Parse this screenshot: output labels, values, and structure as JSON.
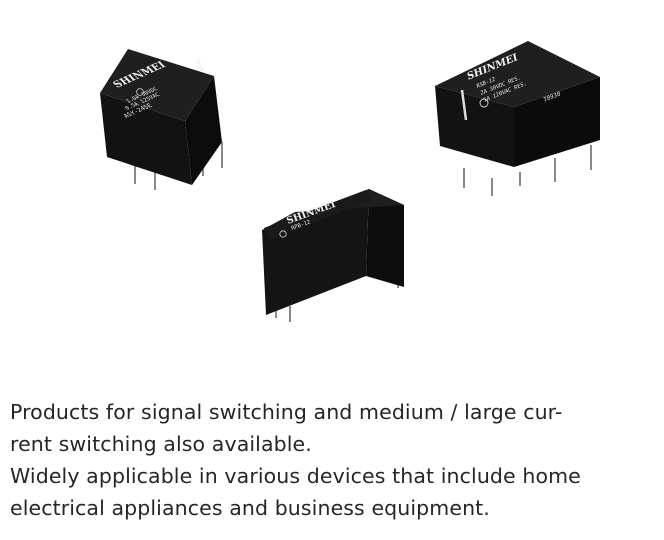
{
  "caption": {
    "line1": "Products for signal switching and medium / large cur-",
    "line2": "rent switching also available.",
    "line3": "Widely applicable in various devices that include home",
    "line4": "electrical appliances and business equipment."
  },
  "relays": {
    "left": {
      "brand": "SHINMEI",
      "marking1": "1.0A 30VDC",
      "marking2": "0.5A 125VAC",
      "marking3": "ASY-24SE",
      "side": "0838"
    },
    "right": {
      "brand": "SHINMEI",
      "marking1": "RSB-12",
      "marking2": "2A 30VDC RES.",
      "marking3": "1A 120VAC RES.",
      "code": "T8930"
    },
    "center": {
      "brand": "SHINMEI",
      "marking1": "RPB-12"
    }
  },
  "colors": {
    "relay_body": "#141414",
    "relay_top": "#1e1e1e",
    "pin": "#8a8a8a",
    "text": "#262626"
  }
}
